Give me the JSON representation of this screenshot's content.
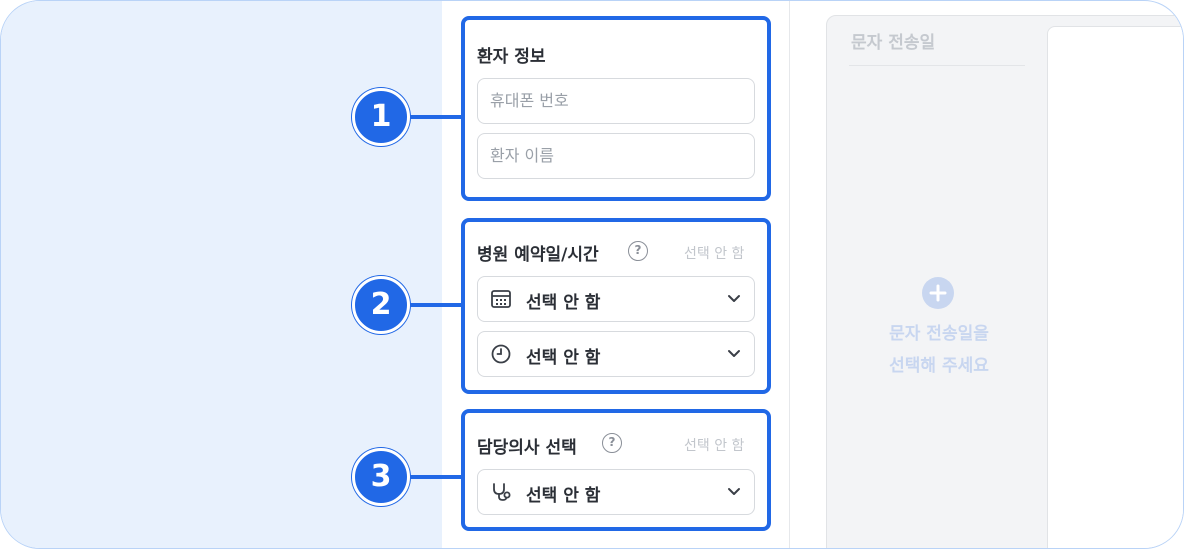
{
  "patient_info": {
    "title": "환자 정보",
    "phone_placeholder": "휴대폰 번호",
    "phone_value": "",
    "name_placeholder": "환자 이름",
    "name_value": ""
  },
  "appointment": {
    "title": "병원 예약일/시간",
    "status": "선택 안 함",
    "date_value": "선택 안 함",
    "time_value": "선택 안 함"
  },
  "doctor": {
    "title": "담당의사 선택",
    "status": "선택 안 함",
    "doctor_value": "선택 안 함"
  },
  "help_glyph": "?",
  "callouts": [
    "1",
    "2",
    "3"
  ],
  "message_panel": {
    "title": "문자 전송일",
    "empty_line1": "문자 전송일을",
    "empty_line2": "선택해 주세요"
  },
  "icons": {
    "date": "calendar-icon",
    "time": "clock-icon",
    "doctor": "stethoscope-icon",
    "dropdown": "chevron-down-icon",
    "add": "plus-circle-icon",
    "help": "question-circle-icon"
  },
  "colors": {
    "accent": "#2168e6",
    "left_background": "#e8f1fd",
    "muted_text": "#c2c6cc"
  }
}
